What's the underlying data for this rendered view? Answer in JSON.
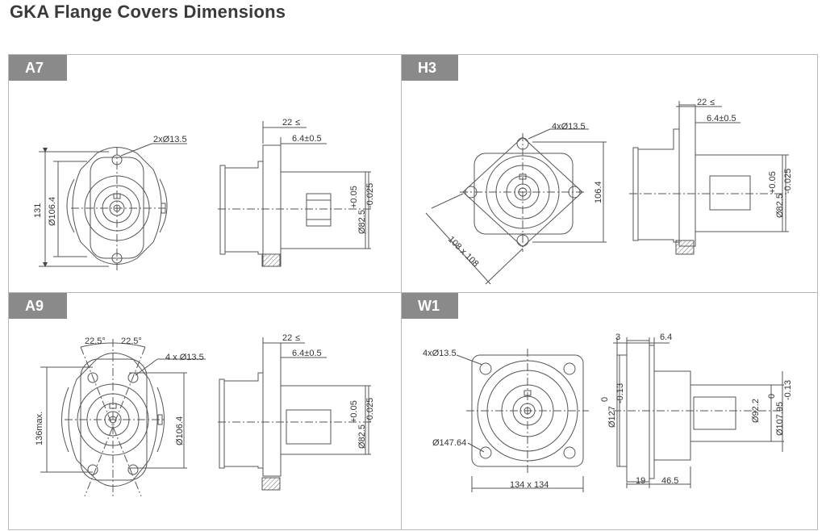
{
  "title": "GKA Flange Covers Dimensions",
  "panels": {
    "a7": {
      "tab": "A7",
      "holes": "2xØ13.5",
      "height": "131",
      "pilot": "Ø106.4",
      "dim22": "22",
      "dim64": "6.4±0.5",
      "shaft_dia": "Ø82.5",
      "tol_up": "+0.05",
      "tol_dn": "-0.025"
    },
    "h3": {
      "tab": "H3",
      "holes": "4xØ13.5",
      "pilot": "106.4",
      "square": "108 x 108",
      "dim22": "22",
      "dim64": "6.4±0.5",
      "shaft_dia": "Ø82.5",
      "tol_up": "+0.05",
      "tol_dn": "-0.025"
    },
    "a9": {
      "tab": "A9",
      "angle1": "22.5°",
      "angle2": "22.5°",
      "holes": "4 x Ø13.5",
      "height": "136max.",
      "pilot": "Ø106.4",
      "dim22": "22",
      "dim64": "6.4±0.5",
      "shaft_dia": "Ø82.5",
      "tol_up": "+0.05",
      "tol_dn": "-0.025"
    },
    "w1": {
      "tab": "W1",
      "holes": "4xØ13.5",
      "bolt_circle": "Ø147.64",
      "square": "134 x 134",
      "dim3": "3",
      "dim64": "6.4",
      "dim127": "Ø127",
      "tol127_up": "0",
      "tol127_dn": "-0.13",
      "dim92": "Ø92.2",
      "dim10795": "Ø107.95",
      "tol10795_up": "0",
      "tol10795_dn": "-0.13",
      "dim19": "19",
      "dim465": "46.5"
    }
  }
}
